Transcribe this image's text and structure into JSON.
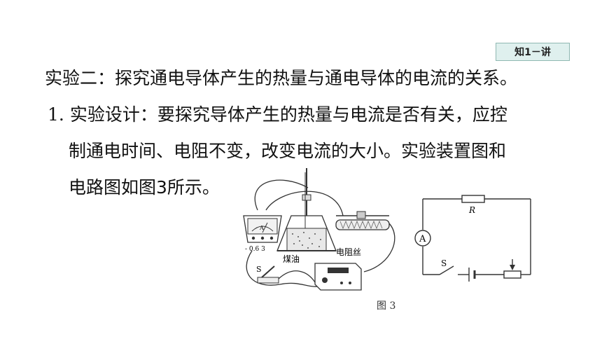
{
  "badge": "知1－讲",
  "heading": "实验二：探究通电导体产生的热量与通电导体的电流的关系。",
  "item1": {
    "number": "1.",
    "line1": "实验设计：要探究导体产生的热量与电流是否有关，应控",
    "line2": "制通电时间、电阻不变，改变电流的大小。实验装置图和",
    "line3": "电路图如图3所示。"
  },
  "figure": {
    "ammeter_letter": "A",
    "ammeter_scale": "- 0.6  3",
    "kerosene_label": "煤油",
    "wire_label": "电阻丝",
    "switch_label": "S",
    "circuit_resistor": "R",
    "circuit_ammeter": "A",
    "circuit_switch": "S",
    "caption": "图 3"
  }
}
